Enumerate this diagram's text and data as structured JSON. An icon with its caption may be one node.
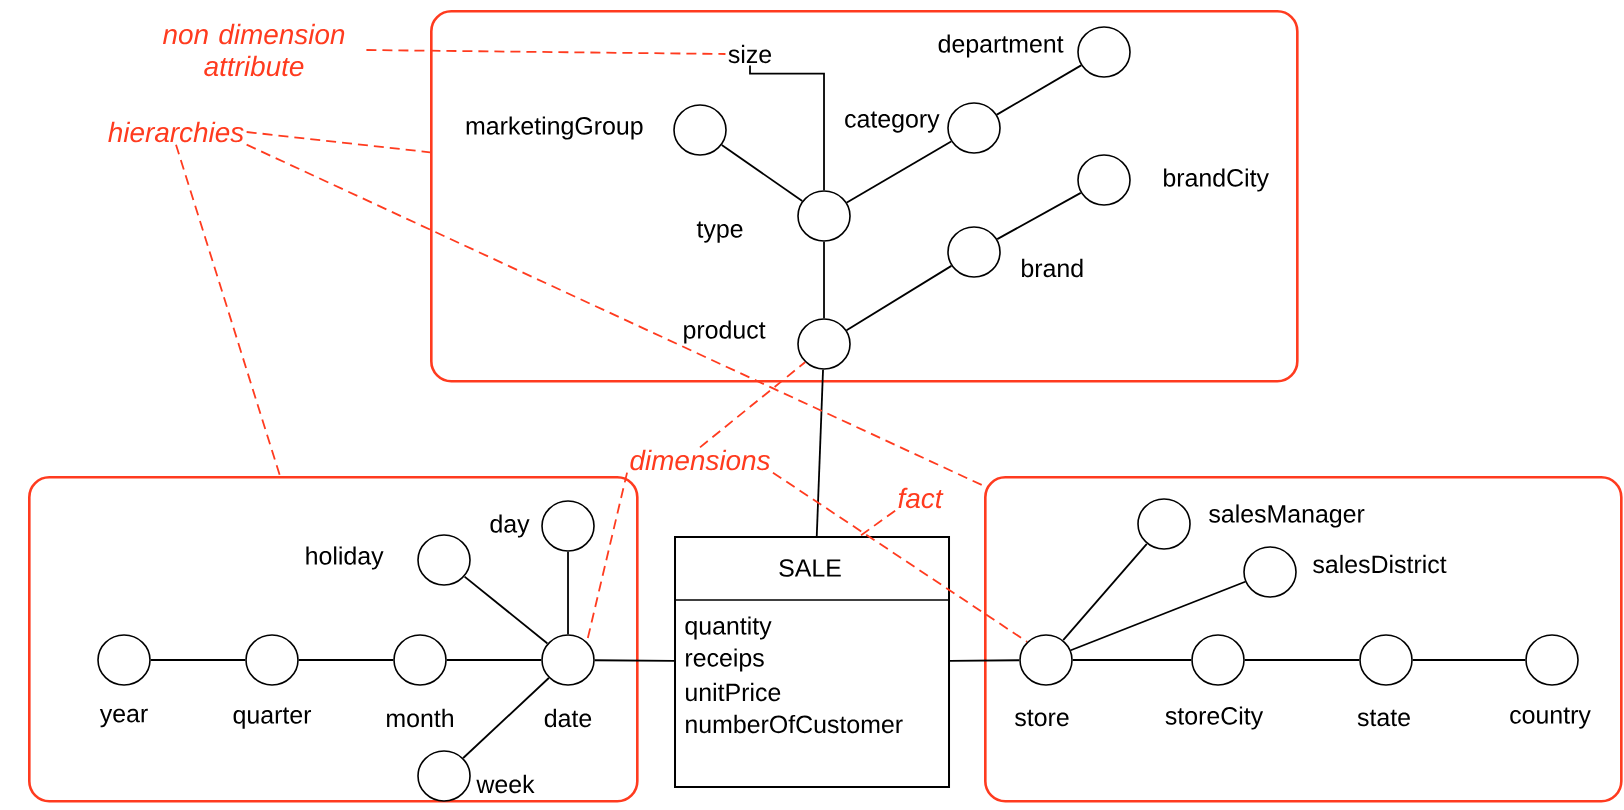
{
  "diagram": {
    "nodes": [
      {
        "text": [
          "non dimension attribute"
        ]
      },
      {
        "text": [
          "hierarchies"
        ]
      },
      {
        "text": [],
        "shape": "box"
      },
      {
        "text": [
          "size"
        ],
        "in": 2
      },
      {
        "text": [],
        "shape": "circle",
        "beside": [
          "marketingGroup"
        ],
        "in": 2
      },
      {
        "text": [],
        "shape": "circle",
        "beside": [
          "department"
        ],
        "in": 2
      },
      {
        "text": [],
        "shape": "circle",
        "beside": [
          "category"
        ],
        "in": 2
      },
      {
        "text": [],
        "shape": "circle",
        "beside": [
          "type"
        ],
        "in": 2
      },
      {
        "text": [],
        "shape": "circle",
        "beside": [
          "brandCity"
        ],
        "in": 2
      },
      {
        "text": [],
        "shape": "circle",
        "beside": [
          "brand"
        ],
        "in": 2
      },
      {
        "text": [],
        "shape": "circle",
        "beside": [
          "product"
        ],
        "in": 2
      },
      {
        "text": [
          "dimensions"
        ]
      },
      {
        "text": [
          "fact"
        ]
      },
      {
        "text": [],
        "shape": "box"
      },
      {
        "text": [],
        "shape": "circle",
        "beside": [
          "day"
        ],
        "in": 13
      },
      {
        "text": [],
        "shape": "circle",
        "beside": [
          "holiday"
        ],
        "in": 13
      },
      {
        "text": [],
        "shape": "circle",
        "beside": [
          "year"
        ],
        "in": 13
      },
      {
        "text": [],
        "shape": "circle",
        "beside": [
          "quarter"
        ],
        "in": 13
      },
      {
        "text": [],
        "shape": "circle",
        "beside": [
          "month"
        ],
        "in": 13
      },
      {
        "text": [],
        "shape": "circle",
        "beside": [
          "date"
        ],
        "in": 13
      },
      {
        "text": [],
        "shape": "circle",
        "beside": [
          "week"
        ],
        "in": 13
      },
      {
        "text": [
          "SALE",
          "quantity",
          "receips",
          "unitPrice",
          "numberOfCustomer"
        ]
      },
      {
        "text": [],
        "shape": "box"
      },
      {
        "text": [],
        "shape": "circle",
        "beside": [
          "salesManager"
        ],
        "in": 22
      },
      {
        "text": [],
        "shape": "circle",
        "beside": [
          "salesDistrict"
        ],
        "in": 22
      },
      {
        "text": [],
        "shape": "circle",
        "beside": [
          "store"
        ],
        "in": 22
      },
      {
        "text": [],
        "shape": "circle",
        "beside": [
          "storeCity"
        ],
        "in": 22
      },
      {
        "text": [],
        "shape": "circle",
        "beside": [
          "state"
        ],
        "in": 22
      },
      {
        "text": [],
        "shape": "circle",
        "beside": [
          "country"
        ],
        "in": 22
      }
    ],
    "edges": [
      {
        "from": 7,
        "to": 3,
        "arrow": "none"
      },
      {
        "from": 7,
        "to": 4,
        "arrow": "none"
      },
      {
        "from": 7,
        "to": 6,
        "arrow": "none"
      },
      {
        "from": 6,
        "to": 5,
        "arrow": "none"
      },
      {
        "from": 7,
        "to": 10,
        "arrow": "none"
      },
      {
        "from": 10,
        "to": 9,
        "arrow": "none"
      },
      {
        "from": 9,
        "to": 8,
        "arrow": "none"
      },
      {
        "from": 10,
        "to": 21,
        "arrow": "none"
      },
      {
        "from": 16,
        "to": 17,
        "arrow": "none"
      },
      {
        "from": 17,
        "to": 18,
        "arrow": "none"
      },
      {
        "from": 18,
        "to": 19,
        "arrow": "none"
      },
      {
        "from": 19,
        "to": 15,
        "arrow": "none"
      },
      {
        "from": 19,
        "to": 14,
        "arrow": "none"
      },
      {
        "from": 19,
        "to": 20,
        "arrow": "none"
      },
      {
        "from": 19,
        "to": 21,
        "arrow": "none"
      },
      {
        "from": 21,
        "to": 25,
        "arrow": "none"
      },
      {
        "from": 25,
        "to": 23,
        "arrow": "none"
      },
      {
        "from": 25,
        "to": 24,
        "arrow": "none"
      },
      {
        "from": 25,
        "to": 26,
        "arrow": "none"
      },
      {
        "from": 26,
        "to": 27,
        "arrow": "none"
      },
      {
        "from": 27,
        "to": 28,
        "arrow": "none"
      },
      {
        "from": 0,
        "to": 3,
        "arrow": "none",
        "style": "dashed",
        "color": "#ff3b1f"
      },
      {
        "from": 1,
        "to": 2,
        "arrow": "none",
        "style": "dashed",
        "color": "#ff3b1f"
      },
      {
        "from": 1,
        "to": 13,
        "arrow": "none",
        "style": "dashed",
        "color": "#ff3b1f"
      },
      {
        "from": 1,
        "to": 22,
        "arrow": "none",
        "style": "dashed",
        "color": "#ff3b1f"
      },
      {
        "from": 11,
        "to": 10,
        "arrow": "none",
        "style": "dashed",
        "color": "#ff3b1f"
      },
      {
        "from": 11,
        "to": 19,
        "arrow": "none",
        "style": "dashed",
        "color": "#ff3b1f"
      },
      {
        "from": 11,
        "to": 25,
        "arrow": "none",
        "style": "dashed",
        "color": "#ff3b1f"
      },
      {
        "from": 12,
        "to": 21,
        "arrow": "none",
        "style": "dashed",
        "color": "#ff3b1f"
      }
    ]
  }
}
